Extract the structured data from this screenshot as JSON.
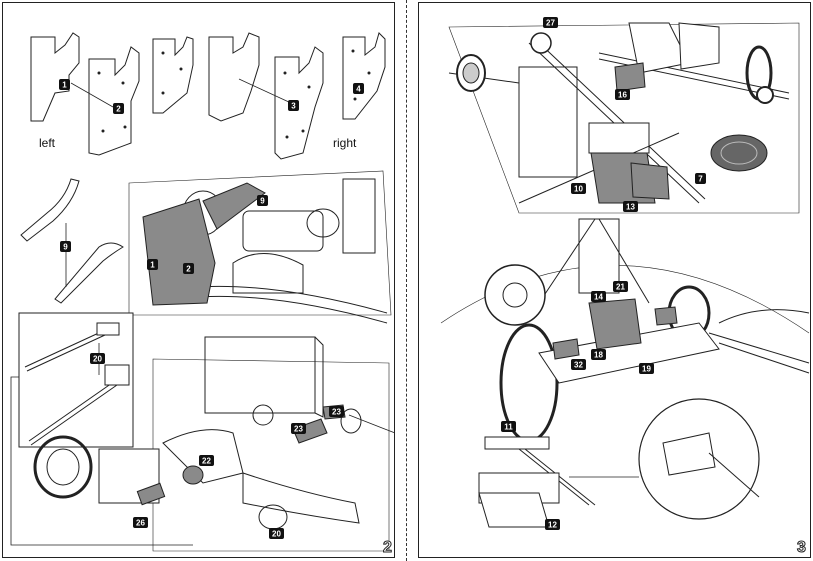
{
  "left_page": {
    "page_number": "2",
    "caption_left": "left",
    "caption_right": "right",
    "part_tags": [
      "1",
      "2",
      "3",
      "4",
      "9",
      "9",
      "1",
      "2",
      "20",
      "22",
      "23",
      "23",
      "26",
      "20"
    ]
  },
  "right_page": {
    "page_number": "3",
    "part_tags": [
      "27",
      "16",
      "10",
      "13",
      "7",
      "14",
      "21",
      "32",
      "18",
      "19",
      "11",
      "12"
    ]
  },
  "colors": {
    "line": "#222222",
    "tag_fill": "#111111",
    "part_gray": "#8a8a8a",
    "paper": "#ffffff"
  }
}
